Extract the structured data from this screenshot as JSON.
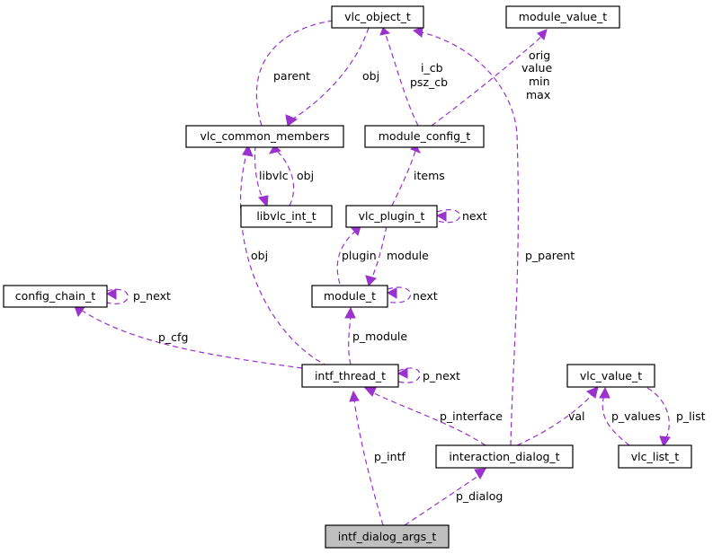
{
  "colors": {
    "edge": "#9a32cd",
    "node_border": "#000000",
    "highlight_fill": "#bfbfbf"
  },
  "nodes": {
    "vlc_object_t": "vlc_object_t",
    "module_value_t": "module_value_t",
    "vlc_common_members": "vlc_common_members",
    "module_config_t": "module_config_t",
    "libvlc_int_t": "libvlc_int_t",
    "vlc_plugin_t": "vlc_plugin_t",
    "config_chain_t": "config_chain_t",
    "module_t": "module_t",
    "intf_thread_t": "intf_thread_t",
    "vlc_value_t": "vlc_value_t",
    "interaction_dialog_t": "interaction_dialog_t",
    "vlc_list_t": "vlc_list_t",
    "intf_dialog_args_t": "intf_dialog_args_t"
  },
  "edge_labels": {
    "parent": "parent",
    "obj_common_to_object": "obj",
    "i_cb": "i_cb",
    "psz_cb": "psz_cb",
    "orig": "orig",
    "value": "value",
    "min": "min",
    "max": "max",
    "libvlc": "libvlc",
    "obj_libvlc": "obj",
    "items": "items",
    "next_plugin": "next",
    "obj_intf": "obj",
    "p_parent": "p_parent",
    "p_next_config": "p_next",
    "plugin": "plugin",
    "module": "module",
    "next_module": "next",
    "p_cfg": "p_cfg",
    "p_module": "p_module",
    "p_next_intf": "p_next",
    "p_interface": "p_interface",
    "val": "val",
    "p_values": "p_values",
    "p_list": "p_list",
    "p_intf": "p_intf",
    "p_dialog": "p_dialog"
  }
}
